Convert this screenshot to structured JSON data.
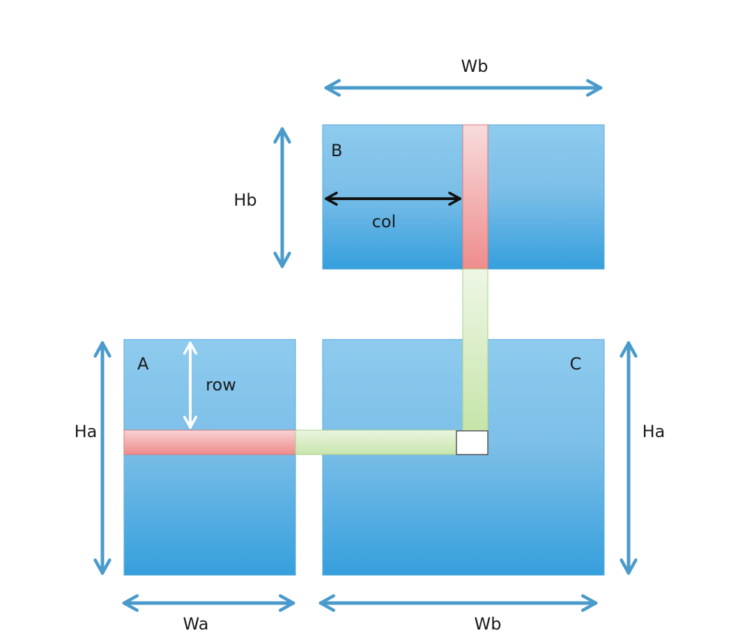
{
  "labels": {
    "matrix_a": "A",
    "matrix_b": "B",
    "matrix_c": "C",
    "row": "row",
    "col": "col",
    "wb_top": "Wb",
    "hb": "Hb",
    "ha_left": "Ha",
    "ha_right": "Ha",
    "wa_bottom": "Wa",
    "wb_bottom": "Wb"
  },
  "colors": {
    "matrix_top": "#8cc8ec",
    "matrix_bottom": "#3a9fdc",
    "red_strip": "#f29a9a",
    "green_strip": "#cfe8b4",
    "dimension_arrow": "#4a9bcb",
    "col_arrow": "#111111",
    "row_arrow": "#ffffff"
  }
}
